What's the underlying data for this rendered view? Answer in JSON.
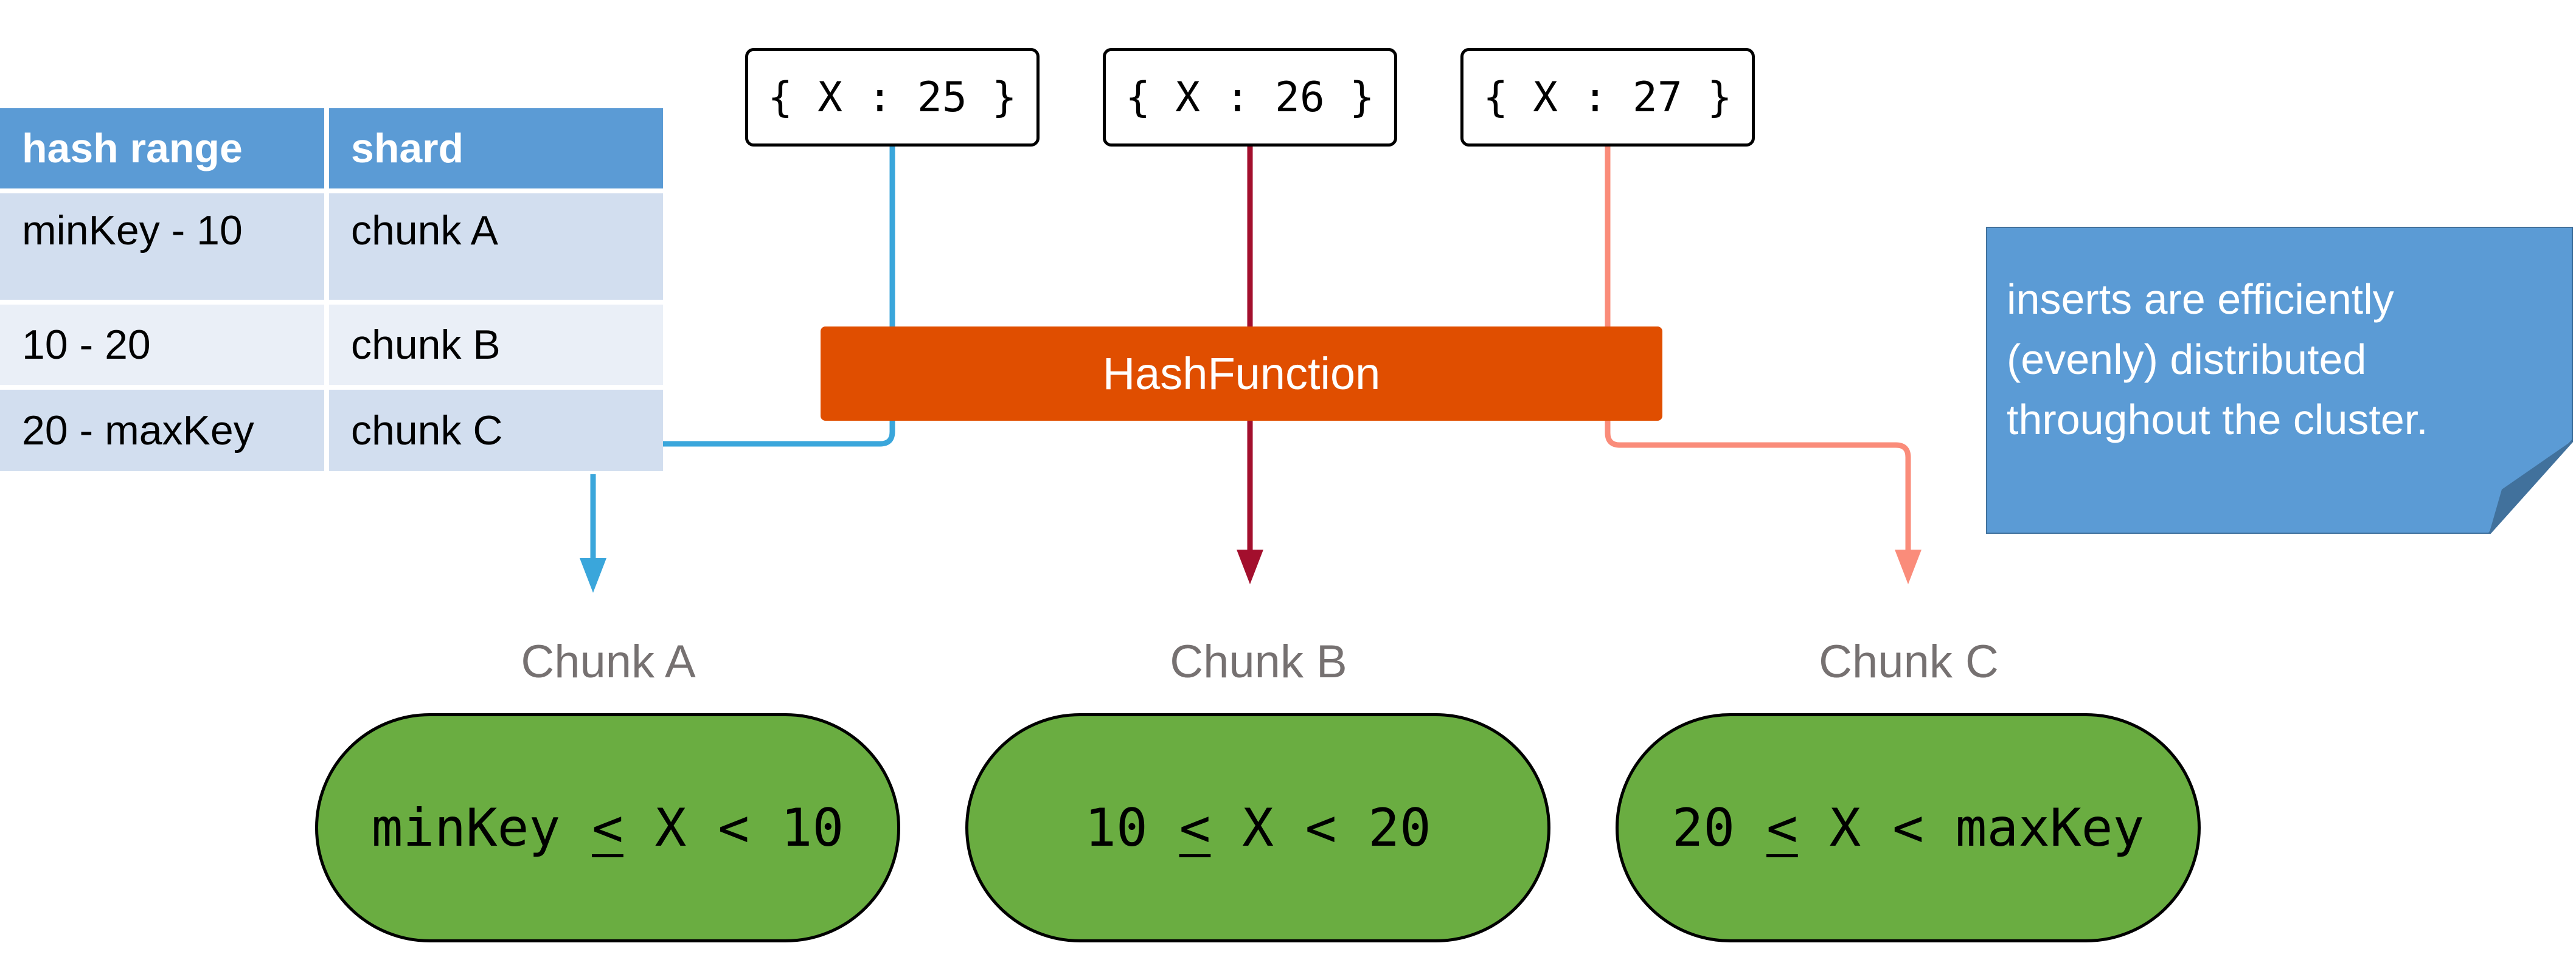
{
  "table": {
    "headers": [
      "hash range",
      "shard"
    ],
    "rows": [
      [
        "minKey - 10",
        "chunk A"
      ],
      [
        "10 - 20",
        "chunk B"
      ],
      [
        "20 - maxKey",
        "chunk C"
      ]
    ]
  },
  "documents": [
    "{ X : 25 }",
    "{ X : 26 }",
    "{ X : 27 }"
  ],
  "hash_function_label": "HashFunction",
  "note_text": "inserts are efficiently (evenly) distributed throughout the cluster.",
  "chunks": [
    {
      "label": "Chunk A",
      "range_left": "minKey ",
      "range_op": "<",
      "range_right": " X < 10"
    },
    {
      "label": "Chunk B",
      "range_left": "10 ",
      "range_op": "<",
      "range_right": " X < 20"
    },
    {
      "label": "Chunk C",
      "range_left": "20 ",
      "range_op": "<",
      "range_right": " X < maxKey"
    }
  ],
  "colors": {
    "table_header": "#5b9bd5",
    "table_row_shade": "#d2deef",
    "table_row_light": "#eaeff7",
    "hash_bar": "#e04e00",
    "note": "#5b9bd5",
    "chunk_fill": "#6aad41",
    "chunk_label": "#767171",
    "route_doc_25": "#3aa6db",
    "route_doc_26": "#a30f2d",
    "route_doc_27": "#fa8c7a"
  }
}
